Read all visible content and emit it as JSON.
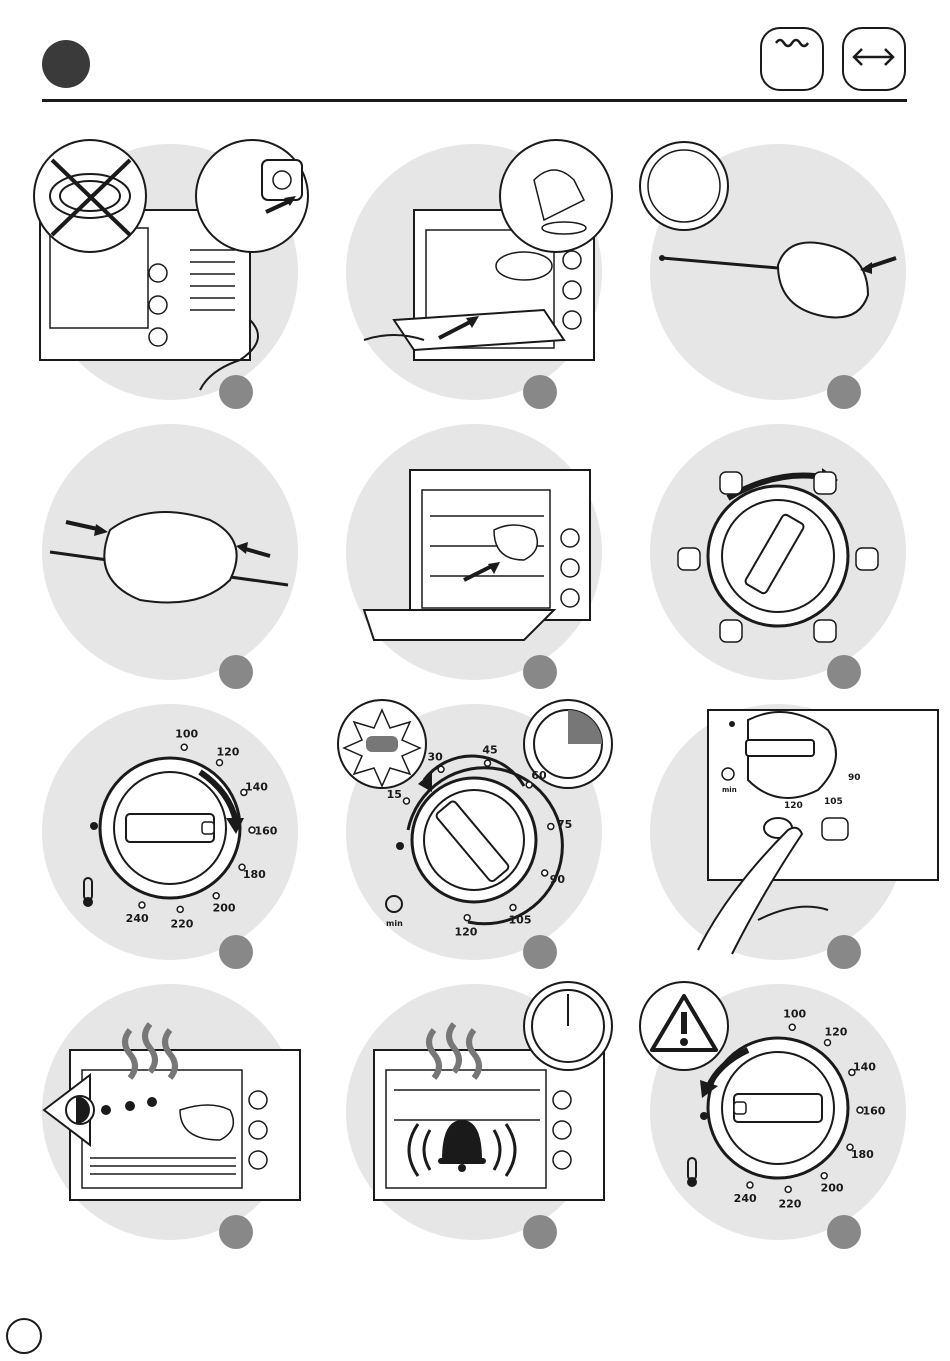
{
  "header": {
    "mode_icons": [
      "rotisserie-top-heat-icon",
      "convection-fan-icon"
    ]
  },
  "steps": [
    {
      "icon": "unplugged-cord-crossed-icon"
    },
    {
      "icon": "tray-insert-icon"
    },
    {
      "icon": "spit-chicken-icon"
    },
    {
      "icon": "fork-clamp-icon"
    },
    {
      "icon": "spit-into-oven-icon"
    },
    {
      "icon": "function-dial-icon"
    },
    {
      "icon": "temperature-dial-icon",
      "temp_labels": [
        "100",
        "120",
        "140",
        "160",
        "180",
        "200",
        "220",
        "240"
      ]
    },
    {
      "icon": "timer-dial-icon",
      "timer_labels": [
        "15",
        "30",
        "45",
        "60",
        "75",
        "90",
        "105",
        "120"
      ],
      "unit": "min"
    },
    {
      "icon": "press-button-icon",
      "panel_labels": [
        "90",
        "105",
        "120"
      ],
      "unit": "min"
    },
    {
      "icon": "watch-cooking-icon"
    },
    {
      "icon": "bell-ring-icon"
    },
    {
      "icon": "warning-dial-off-icon",
      "temp_labels": [
        "100",
        "120",
        "140",
        "160",
        "180",
        "200",
        "220",
        "240"
      ]
    }
  ]
}
